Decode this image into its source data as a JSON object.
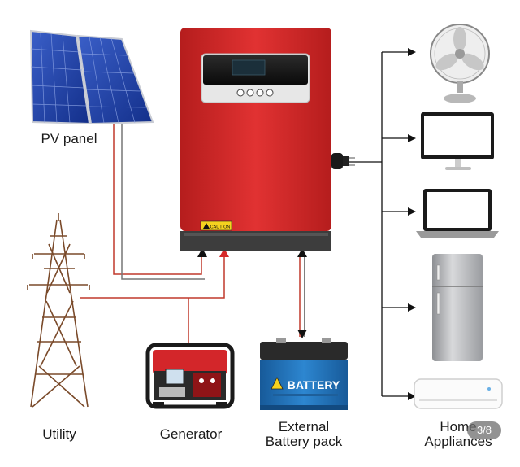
{
  "labels": {
    "pv_panel": "PV panel",
    "utility": "Utility",
    "generator": "Generator",
    "battery_line1": "External",
    "battery_line2": "Battery pack",
    "home_line1": "Home",
    "home_line2": "Appliances"
  },
  "inverter": {
    "caution_label": "CAUTION"
  },
  "battery": {
    "label": "BATTERY"
  },
  "image_counter": "3/8",
  "colors": {
    "wire_red": "#c0392b",
    "wire_gray": "#777777",
    "inverter_red": "#d62828",
    "battery_blue": "#1f6fb5",
    "arrow_dark": "#111111"
  }
}
